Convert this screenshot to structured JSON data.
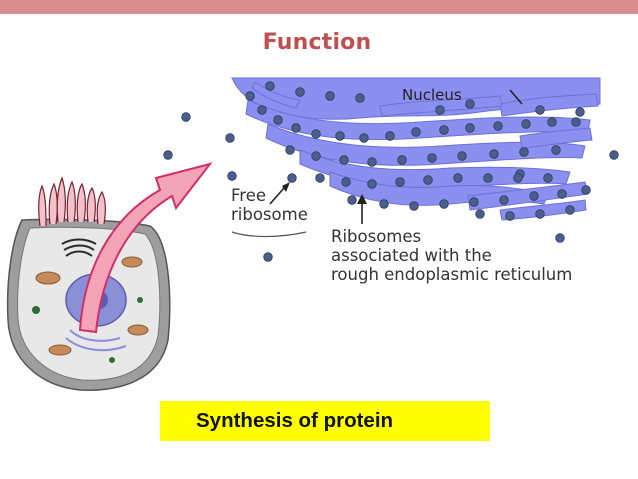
{
  "slide": {
    "title": "Function",
    "caption": "Synthesis of protein"
  },
  "labels": {
    "nucleus": "Nucleus",
    "free_ribosome": [
      "Free",
      "ribosome"
    ],
    "rer_ribosomes": [
      "Ribosomes",
      "associated with the",
      "rough endoplasmic reticulum"
    ]
  },
  "colors": {
    "top_bar": "#d98d8f",
    "title": "#c0504d",
    "caption_bg": "#ffff00",
    "er": "#8b8ff0",
    "er_dark": "#6d72d8",
    "ribosome": "#4b5f8c",
    "arrow_fill": "#f3a4b6",
    "arrow_stroke": "#d0306a",
    "cell_body": "#9e9e9e"
  },
  "icons": {
    "cell": "cell-illustration",
    "arrow": "curved-arrow-icon",
    "pointer": "pointer-arrow-icon"
  }
}
